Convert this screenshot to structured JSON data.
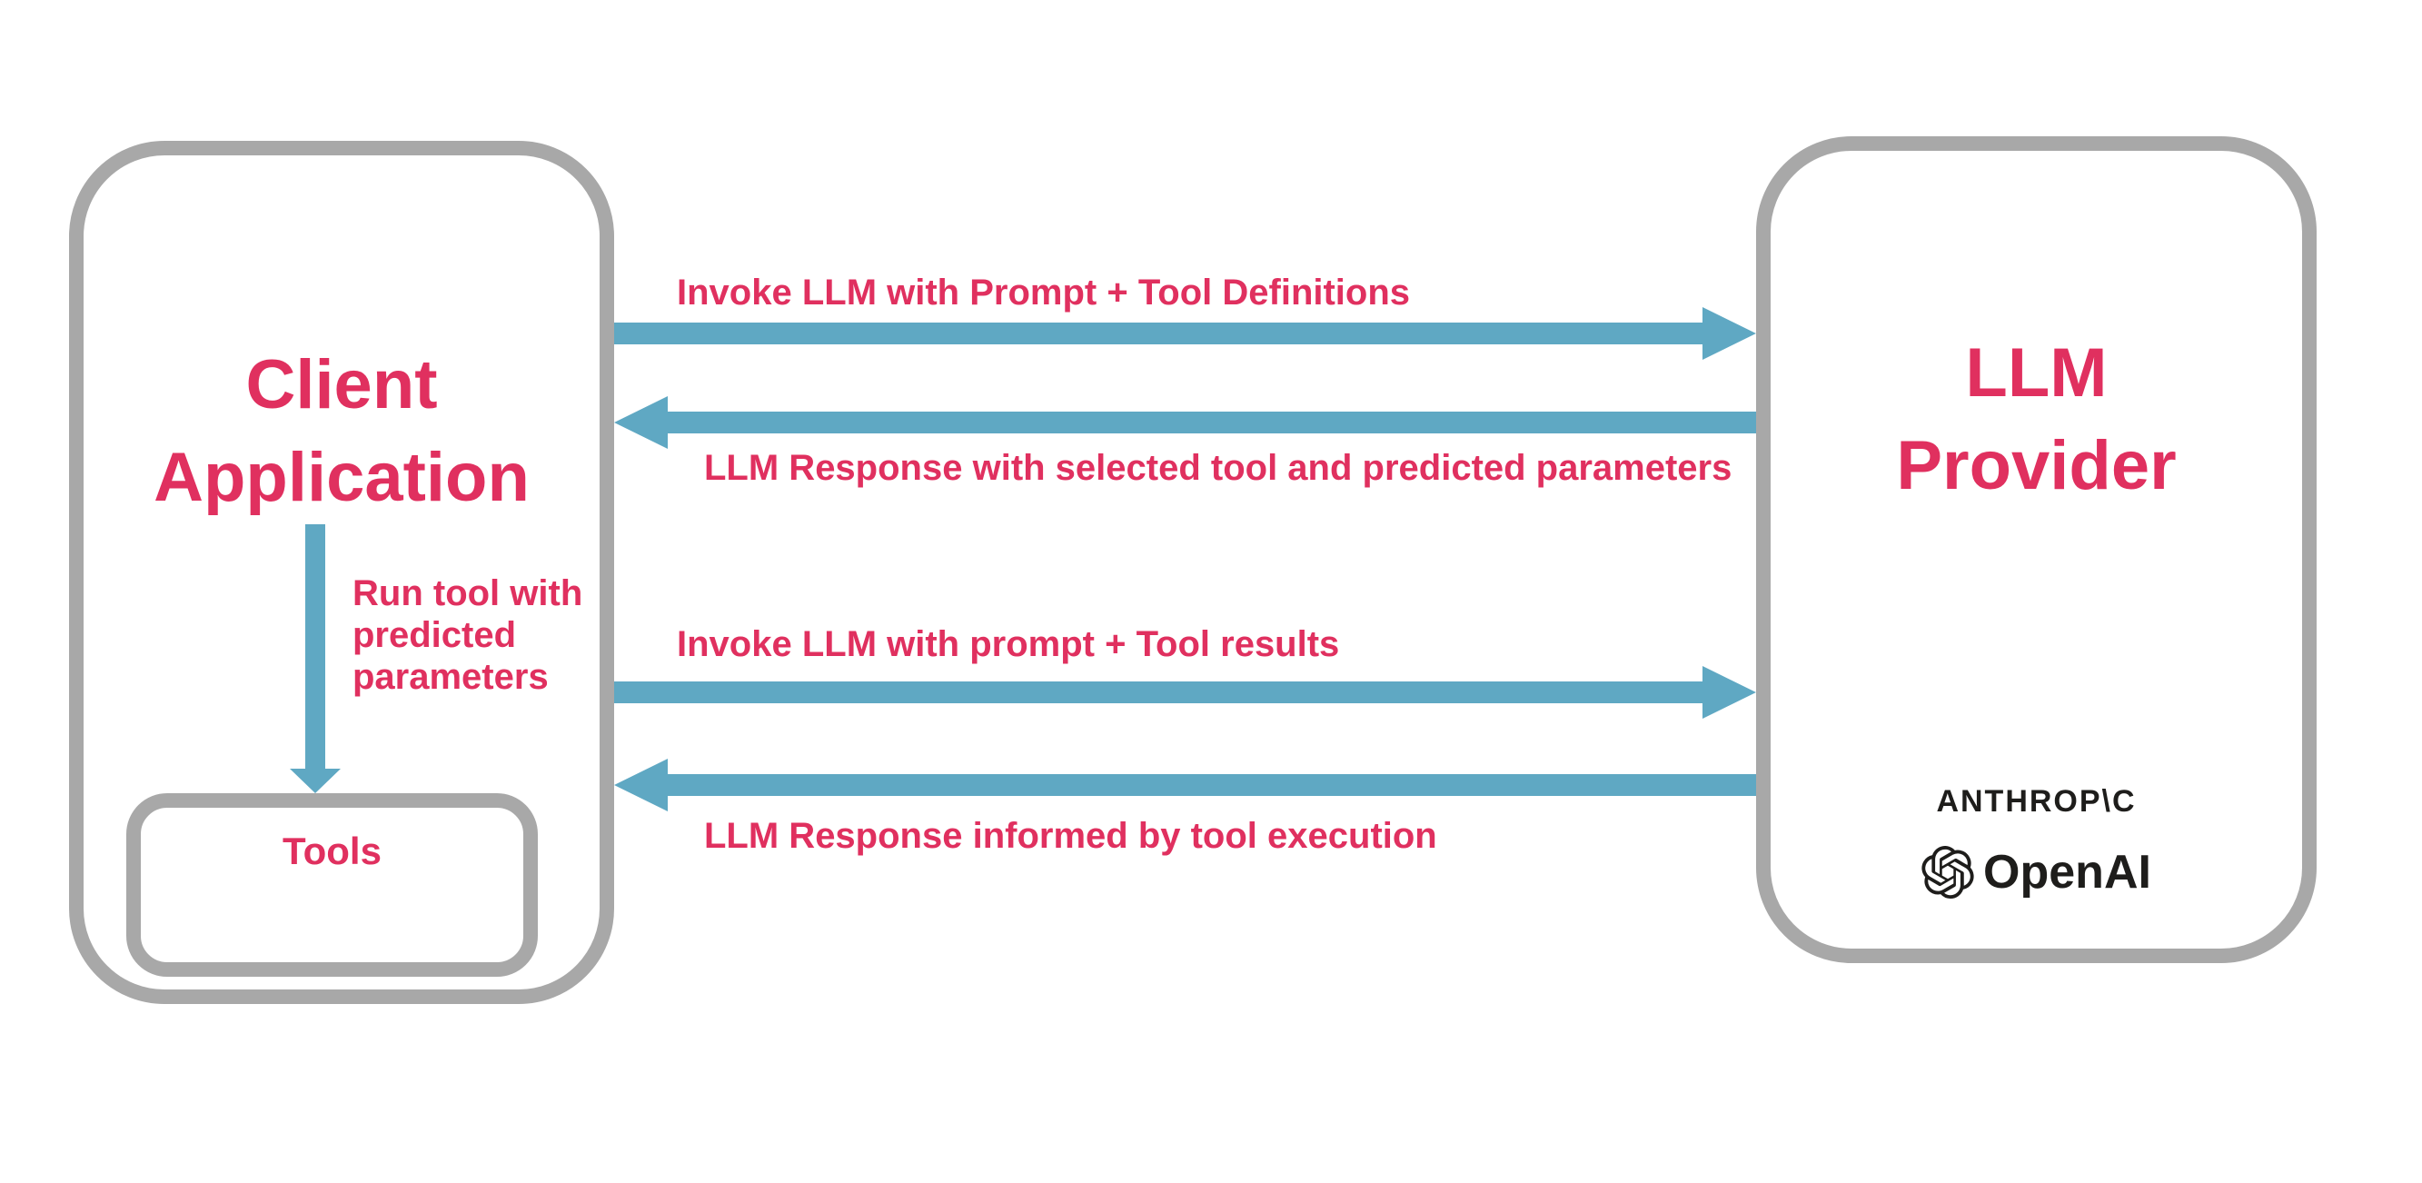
{
  "diagram": {
    "colors": {
      "accent_pink": "#e0305f",
      "arrow_blue": "#5fa8c3",
      "border_gray": "#a8a8a8",
      "logo_black": "#1e1d1b"
    },
    "client_box": {
      "title_line1": "Client",
      "title_line2": "Application"
    },
    "tools_box": {
      "label": "Tools"
    },
    "provider_box": {
      "title_line1": "LLM",
      "title_line2": "Provider"
    },
    "internal_flow": {
      "label": "Run tool with predicted parameters",
      "lines": [
        "Run tool with",
        "predicted",
        "parameters"
      ]
    },
    "messages": [
      {
        "label": "Invoke LLM with Prompt + Tool Definitions",
        "direction": "right"
      },
      {
        "label": "LLM Response with selected tool and predicted parameters",
        "direction": "left"
      },
      {
        "label": "Invoke LLM with prompt + Tool results",
        "direction": "right"
      },
      {
        "label": "LLM Response informed by tool execution",
        "direction": "left"
      }
    ],
    "providers": [
      {
        "name": "ANTHROP\\C"
      },
      {
        "name": "OpenAI"
      }
    ]
  }
}
